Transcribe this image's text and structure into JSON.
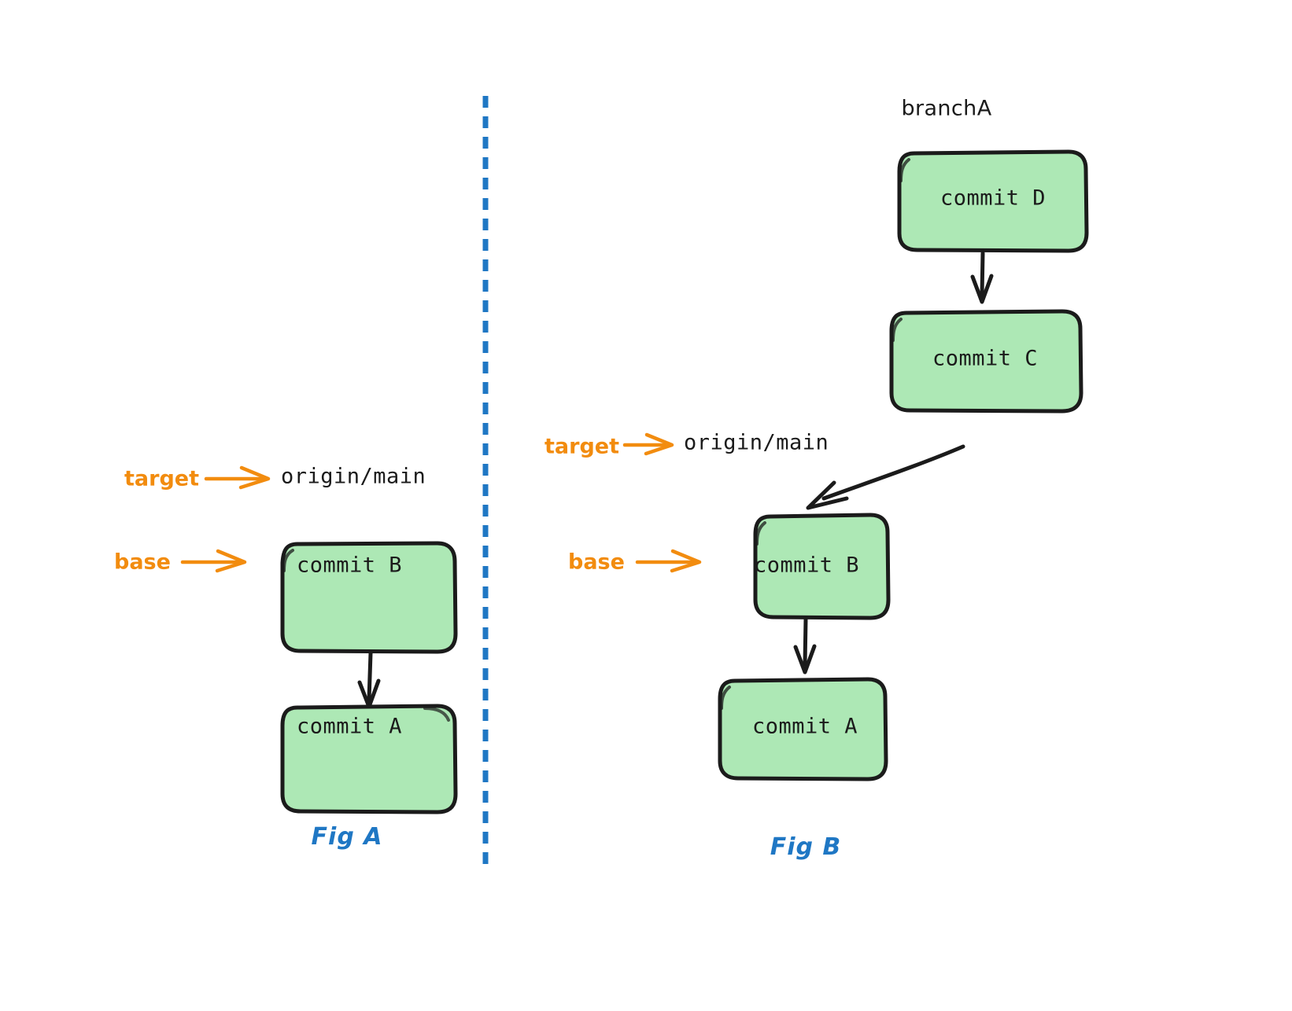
{
  "diagram": {
    "title": "Git rebase before/after commit graph",
    "background_color": "#ffffff",
    "divider": {
      "name": "vertical-dashed-divider",
      "color": "#1f77c4",
      "style": "dashed"
    }
  },
  "colors": {
    "commit_fill": "#ade8b5",
    "commit_stroke": "#1b1b1b",
    "annotation_orange": "#f28c0f",
    "figure_blue": "#1f77c4",
    "text_dark": "#1b1b1b"
  },
  "figures": [
    {
      "id": "fig-a",
      "caption": "Fig A",
      "refs": [
        {
          "name": "origin/main",
          "label": "origin/main"
        }
      ],
      "annotations": [
        {
          "name": "target",
          "label": "target",
          "points_to": "origin/main"
        },
        {
          "name": "base",
          "label": "base",
          "points_to": "commit B"
        }
      ],
      "commits": [
        {
          "id": "B",
          "label": "commit B"
        },
        {
          "id": "A",
          "label": "commit A"
        }
      ],
      "edges": [
        {
          "from": "commit B",
          "to": "commit A",
          "style": "straight"
        }
      ]
    },
    {
      "id": "fig-b",
      "caption": "Fig B",
      "refs": [
        {
          "name": "branchA",
          "label": "branchA"
        },
        {
          "name": "origin/main",
          "label": "origin/main"
        }
      ],
      "annotations": [
        {
          "name": "target",
          "label": "target",
          "points_to": "origin/main"
        },
        {
          "name": "base",
          "label": "base",
          "points_to": "commit B"
        }
      ],
      "commits": [
        {
          "id": "D",
          "label": "commit D"
        },
        {
          "id": "C",
          "label": "commit C"
        },
        {
          "id": "B",
          "label": "commit B"
        },
        {
          "id": "A",
          "label": "commit A"
        }
      ],
      "edges": [
        {
          "from": "commit D",
          "to": "commit C",
          "style": "straight"
        },
        {
          "from": "commit C",
          "to": "commit B",
          "style": "curved"
        },
        {
          "from": "commit B",
          "to": "commit A",
          "style": "straight"
        }
      ]
    }
  ]
}
